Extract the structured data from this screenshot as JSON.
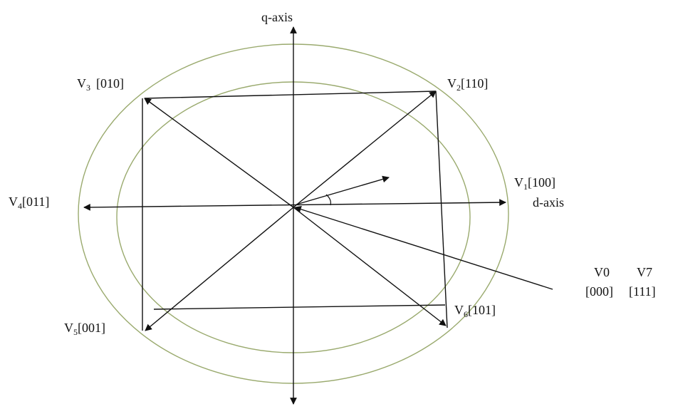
{
  "axes": {
    "q_axis": "q-axis",
    "d_axis": "d-axis"
  },
  "vectors": [
    {
      "id": "V1",
      "name": "V",
      "subscript": "1",
      "code": "[100]"
    },
    {
      "id": "V2",
      "name": "V",
      "subscript": "2",
      "code": "[110]"
    },
    {
      "id": "V3",
      "name": "V",
      "subscript": "3",
      "code": "[010]"
    },
    {
      "id": "V4",
      "name": "V",
      "subscript": "4",
      "code": "[011]"
    },
    {
      "id": "V5",
      "name": "V",
      "subscript": "5",
      "code": "[001]"
    },
    {
      "id": "V6",
      "name": "V",
      "subscript": "6",
      "code": "[101]"
    }
  ],
  "zero_vectors": {
    "v0": "V0",
    "v0_code": "[000]",
    "v7": "V7",
    "v7_code": "[111]"
  },
  "colors": {
    "lines": "#111111",
    "circles": "#9aaa6e"
  }
}
